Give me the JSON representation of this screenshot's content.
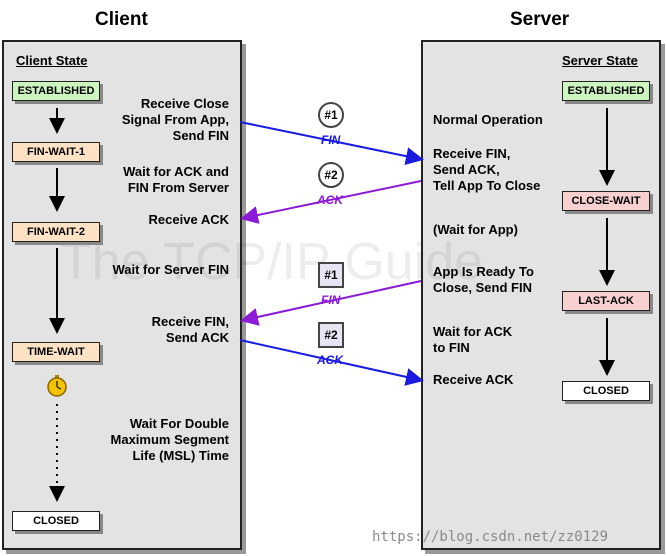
{
  "headers": {
    "client": "Client",
    "server": "Server"
  },
  "client": {
    "panel_title": "Client State",
    "states": {
      "established": "ESTABLISHED",
      "fin_wait_1": "FIN-WAIT-1",
      "fin_wait_2": "FIN-WAIT-2",
      "time_wait": "TIME-WAIT",
      "closed": "CLOSED"
    },
    "notes": {
      "close_signal": [
        "Receive Close",
        "Signal From App,",
        "Send FIN"
      ],
      "wait_ack_fin": [
        "Wait for ACK and",
        "FIN From Server"
      ],
      "receive_ack": "Receive ACK",
      "wait_server_fin": "Wait for Server FIN",
      "receive_fin": [
        "Receive FIN,",
        "Send ACK"
      ],
      "msl": [
        "Wait For Double",
        "Maximum Segment",
        "Life (MSL) Time"
      ]
    }
  },
  "server": {
    "panel_title": "Server State",
    "states": {
      "established": "ESTABLISHED",
      "close_wait": "CLOSE-WAIT",
      "last_ack": "LAST-ACK",
      "closed": "CLOSED"
    },
    "notes": {
      "normal": "Normal Operation",
      "receive_fin": [
        "Receive FIN,",
        "Send ACK,",
        "Tell App To Close"
      ],
      "wait_app": "(Wait for App)",
      "app_ready": [
        "App Is Ready To",
        "Close, Send FIN"
      ],
      "wait_ack": [
        "Wait for ACK",
        "to FIN"
      ],
      "receive_ack": "Receive ACK"
    }
  },
  "messages": [
    {
      "num": "#1",
      "label": "FIN"
    },
    {
      "num": "#2",
      "label": "ACK"
    },
    {
      "num": "#1",
      "label": "FIN"
    },
    {
      "num": "#2",
      "label": "ACK"
    }
  ],
  "colors": {
    "blue": "#1a1ae0",
    "purple": "#8a1ad6"
  },
  "watermark": "The TCP/IP Guide",
  "footer_url": "https://blog.csdn.net/zz0129"
}
